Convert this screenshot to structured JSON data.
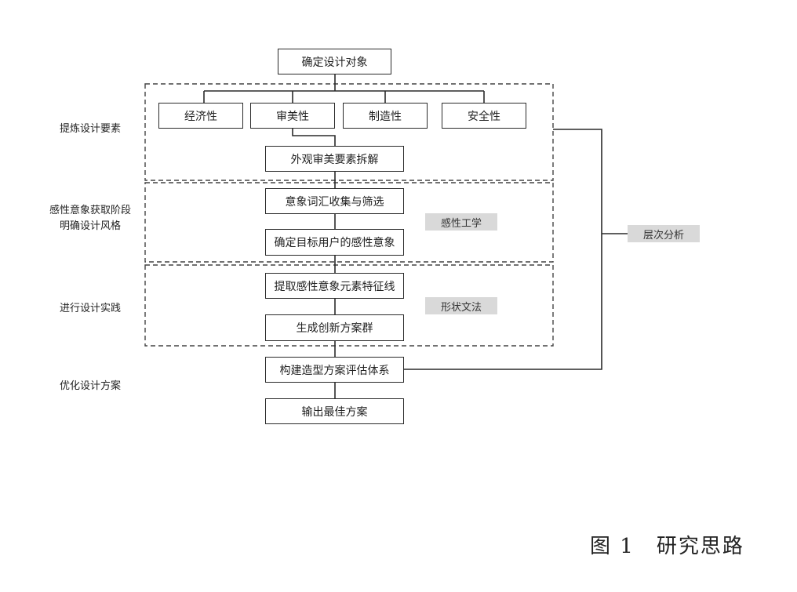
{
  "diagram": {
    "top_box": "确定设计对象",
    "elements": [
      "经济性",
      "审美性",
      "制造性",
      "安全性"
    ],
    "steps": [
      "外观审美要素拆解",
      "意象词汇收集与筛选",
      "确定目标用户的感性意象",
      "提取感性意象元素特征线",
      "生成创新方案群",
      "构建造型方案评估体系",
      "输出最佳方案"
    ],
    "methods": {
      "kansei": "感性工学",
      "shape_grammar": "形状文法",
      "ahp": "层次分析"
    },
    "phases": [
      {
        "line1": "提炼设计要素",
        "line2": ""
      },
      {
        "line1": "感性意象获取阶段",
        "line2": "明确设计风格"
      },
      {
        "line1": "进行设计实践",
        "line2": ""
      },
      {
        "line1": "优化设计方案",
        "line2": ""
      }
    ]
  },
  "caption": {
    "figure_label": "图 1",
    "title": "研究思路"
  }
}
